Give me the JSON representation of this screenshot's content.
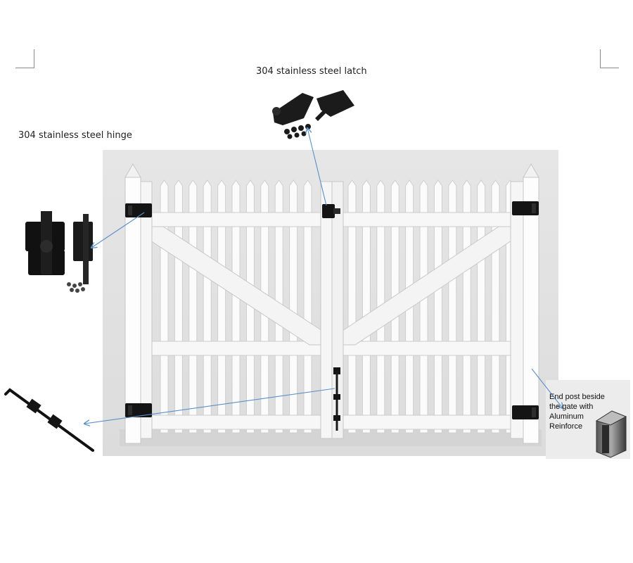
{
  "annotations": {
    "latch": "304 stainless steel latch",
    "hinge": "304 stainless steel hinge",
    "end_post_lines": [
      "End post beside",
      "the gate with",
      "Aluminum",
      "Reinforce"
    ]
  },
  "colors": {
    "background": "#ffffff",
    "backdrop": "#e4e4e4",
    "vinyl": "#fbfbfb",
    "hardware": "#151515",
    "leader_line": "#5b8fc7"
  },
  "icons": [
    "latch-hardware-icon",
    "hinge-hardware-icon",
    "drop-rod-icon",
    "aluminum-reinforcement-icon"
  ]
}
